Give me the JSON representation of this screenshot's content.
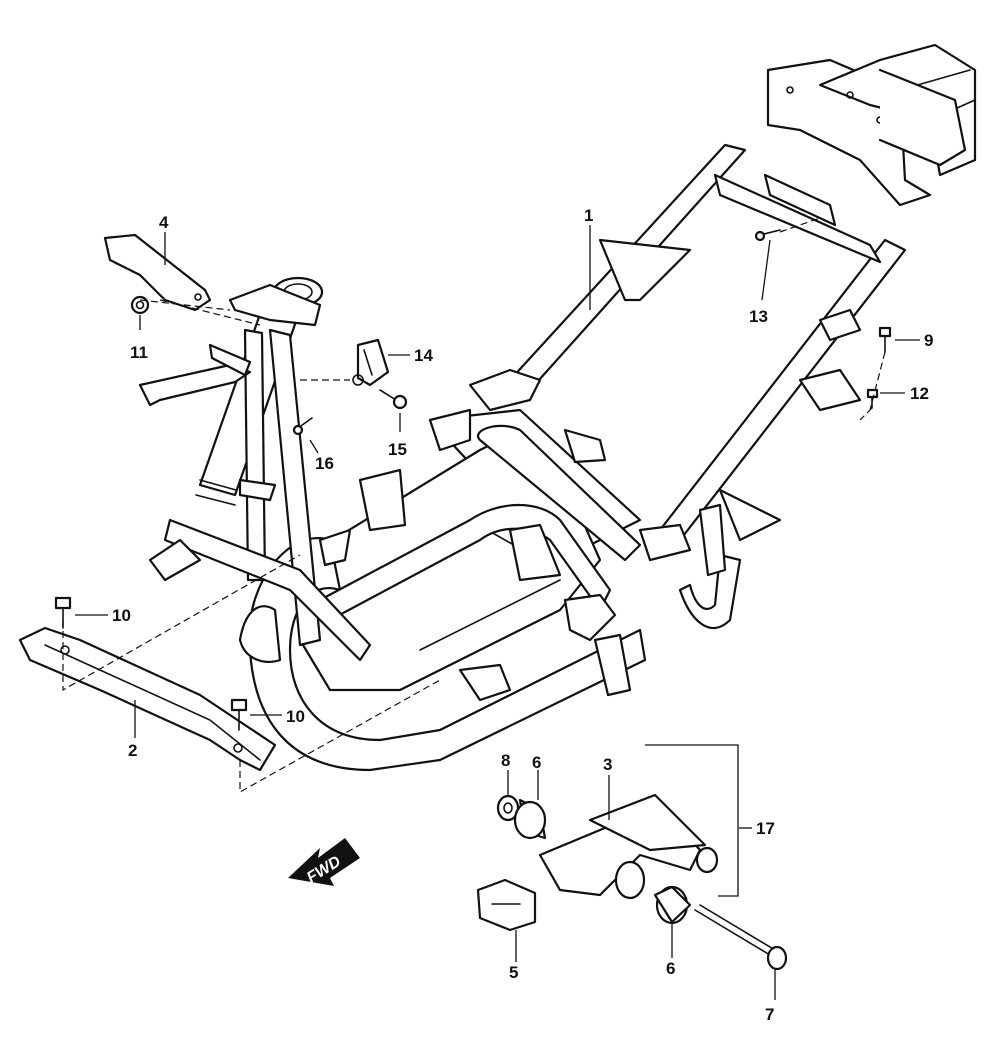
{
  "direction_label": "FWD",
  "callouts": {
    "c1": "1",
    "c2": "2",
    "c3": "3",
    "c4": "4",
    "c5": "5",
    "c6a": "6",
    "c6b": "6",
    "c7": "7",
    "c8": "8",
    "c9": "9",
    "c10a": "10",
    "c10b": "10",
    "c11": "11",
    "c12": "12",
    "c13": "13",
    "c14": "14",
    "c15": "15",
    "c16": "16",
    "c17": "17"
  }
}
